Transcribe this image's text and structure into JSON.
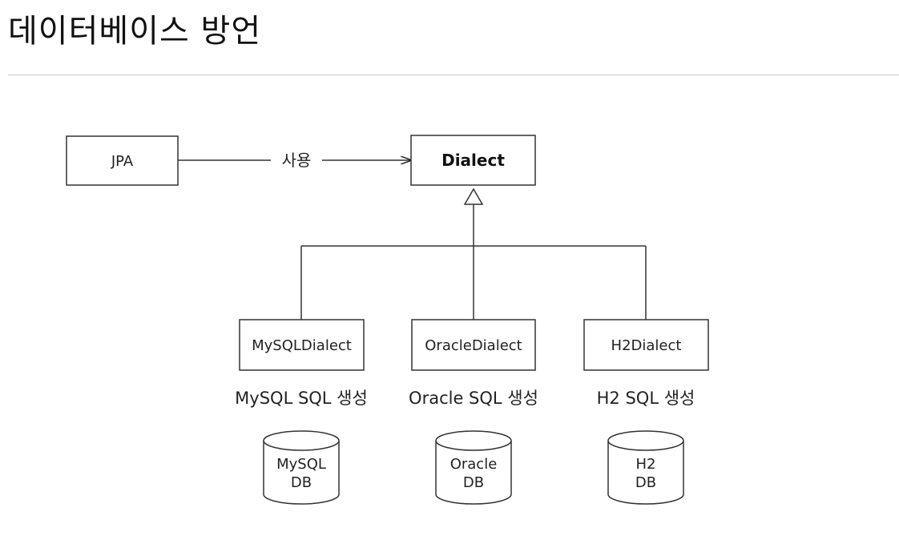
{
  "page": {
    "title": "데이터베이스 방언"
  },
  "diagram": {
    "client": {
      "label": "JPA"
    },
    "edge_label": "사용",
    "interface": {
      "label": "Dialect"
    },
    "implementations": [
      {
        "label": "MySQLDialect",
        "caption": "MySQL SQL 생성",
        "db_line1": "MySQL",
        "db_line2": "DB"
      },
      {
        "label": "OracleDialect",
        "caption": "Oracle SQL 생성",
        "db_line1": "Oracle",
        "db_line2": "DB"
      },
      {
        "label": "H2Dialect",
        "caption": "H2 SQL 생성",
        "db_line1": "H2",
        "db_line2": "DB"
      }
    ]
  }
}
